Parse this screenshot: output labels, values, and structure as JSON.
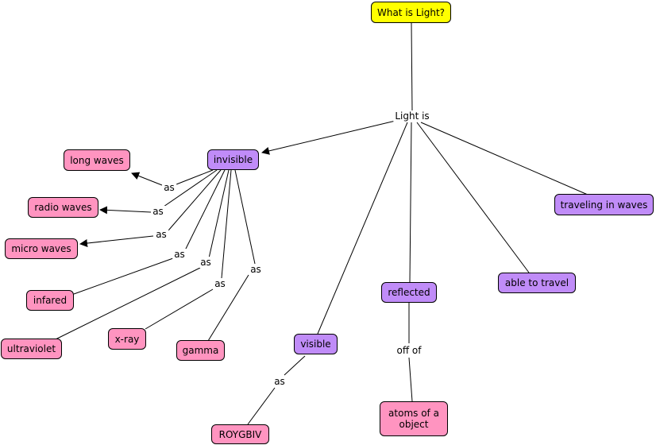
{
  "nodes": {
    "what_is_light": "What is Light?",
    "invisible": "invisible",
    "traveling_in_waves": "traveling in waves",
    "able_to_travel": "able to travel",
    "reflected": "reflected",
    "visible": "visible",
    "long_waves": "long waves",
    "radio_waves": "radio waves",
    "micro_waves": "micro waves",
    "infared": "infared",
    "ultraviolet": "ultraviolet",
    "x_ray": "x-ray",
    "gamma": "gamma",
    "roygbiv": "ROYGBIV",
    "atoms": "atoms of a\nobject"
  },
  "links": {
    "light_is": "Light is",
    "as_long": "as",
    "as_radio": "as",
    "as_micro": "as",
    "as_infared": "as",
    "as_ultraviolet": "as",
    "as_xray": "as",
    "as_gamma": "as",
    "as_visible": "as",
    "off_of": "off of"
  },
  "colors": {
    "root": "#ffff00",
    "concept": "#c08cf8",
    "example": "#ff94c0"
  }
}
